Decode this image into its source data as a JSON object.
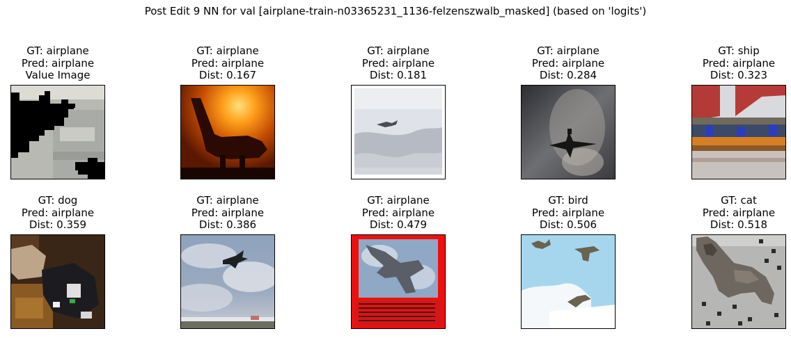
{
  "figure": {
    "title": "Post Edit 9 NN for val [airplane-train-n03365231_1136-felzenszwalb_masked] (based on 'logits')"
  },
  "panels": [
    {
      "gt": "GT: airplane",
      "pred": "Pred: airplane",
      "info": "Value Image",
      "subject": "masked-airplane"
    },
    {
      "gt": "GT: airplane",
      "pred": "Pred: airplane",
      "info": "Dist: 0.167",
      "subject": "sunset-airplane"
    },
    {
      "gt": "GT: airplane",
      "pred": "Pred: airplane",
      "info": "Dist: 0.181",
      "subject": "plane-over-clouds"
    },
    {
      "gt": "GT: airplane",
      "pred": "Pred: airplane",
      "info": "Dist: 0.284",
      "subject": "plane-dark-sky"
    },
    {
      "gt": "GT: ship",
      "pred": "Pred: airplane",
      "info": "Dist: 0.323",
      "subject": "boat-with-sail"
    },
    {
      "gt": "GT: dog",
      "pred": "Pred: airplane",
      "info": "Dist: 0.359",
      "subject": "dog-indoors"
    },
    {
      "gt": "GT: airplane",
      "pred": "Pred: airplane",
      "info": "Dist: 0.386",
      "subject": "plane-cloudy-sky"
    },
    {
      "gt": "GT: airplane",
      "pred": "Pred: airplane",
      "info": "Dist: 0.479",
      "subject": "jet-red-border"
    },
    {
      "gt": "GT: bird",
      "pred": "Pred: airplane",
      "info": "Dist: 0.506",
      "subject": "birds-blue-sky"
    },
    {
      "gt": "GT: cat",
      "pred": "Pred: airplane",
      "info": "Dist: 0.518",
      "subject": "cat-spotted-background"
    }
  ]
}
